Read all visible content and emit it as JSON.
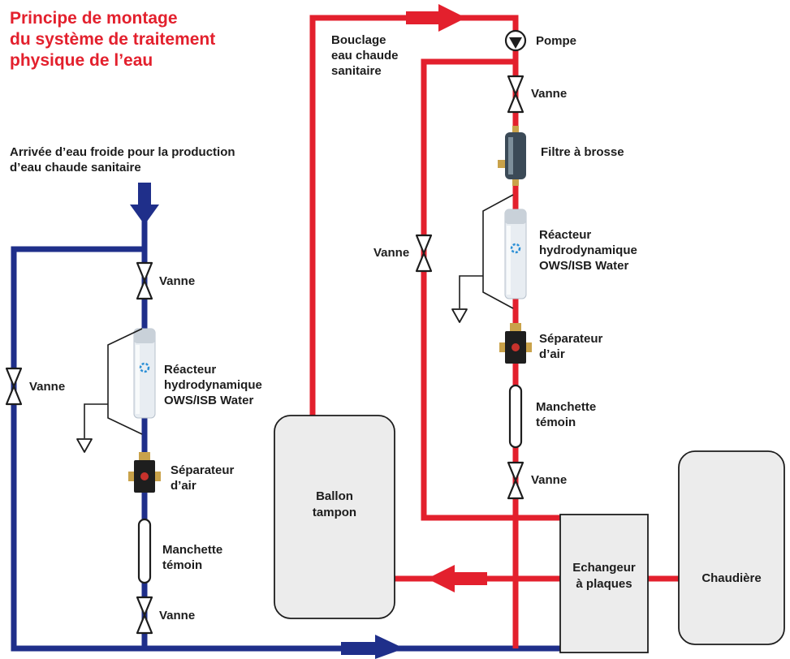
{
  "title": {
    "line1": "Principe de montage",
    "line2": "du système de traitement",
    "line3": "physique de l’eau"
  },
  "cold_inlet": {
    "line1": "Arrivée d’eau froide pour la production",
    "line2": "d’eau chaude sanitaire"
  },
  "loop": {
    "line1": "Bouclage",
    "line2": "eau chaude",
    "line3": "sanitaire"
  },
  "labels": {
    "pump": "Pompe",
    "valve": "Vanne",
    "brush_filter": "Filtre à brosse",
    "reactor_line1": "Réacteur",
    "reactor_line2": "hydrodynamique",
    "reactor_line3": "OWS/ISB Water",
    "separator_line1": "Séparateur",
    "separator_line2": "d’air",
    "sleeve_line1": "Manchette",
    "sleeve_line2": "témoin",
    "buffer_line1": "Ballon",
    "buffer_line2": "tampon",
    "exchanger_line1": "Echangeur",
    "exchanger_line2": "à plaques",
    "boiler": "Chaudière"
  },
  "colors": {
    "title": "#e3202d",
    "hot_pipe": "#e3202d",
    "cold_pipe": "#1f2f8a",
    "tank_fill": "#ececec",
    "tank_stroke": "#1d1d1d"
  }
}
